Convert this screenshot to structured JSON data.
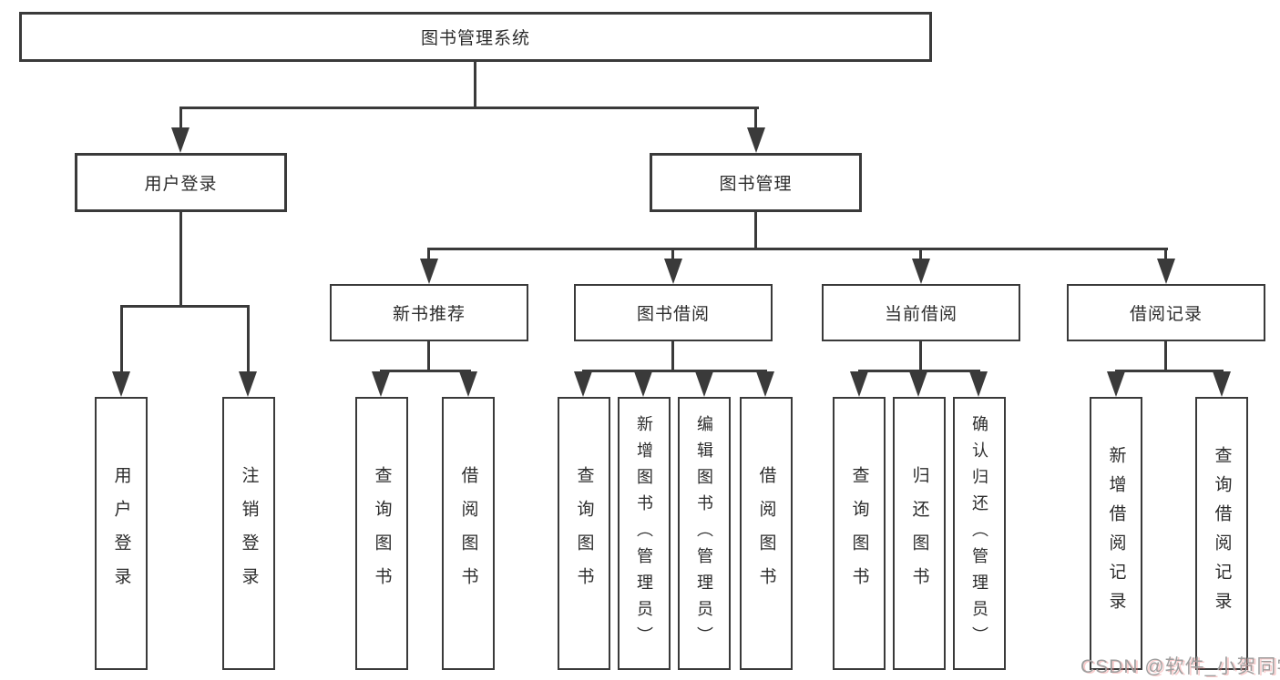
{
  "diagram": {
    "root": {
      "label": "图书管理系统"
    },
    "branches": [
      {
        "label": "用户登录",
        "children": [
          {
            "label": "用户登录"
          },
          {
            "label": "注销登录"
          }
        ]
      },
      {
        "label": "图书管理",
        "children": [
          {
            "label": "新书推荐",
            "children": [
              {
                "label": "查询图书"
              },
              {
                "label": "借阅图书"
              }
            ]
          },
          {
            "label": "图书借阅",
            "children": [
              {
                "label": "查询图书"
              },
              {
                "label": "新增图书（管理员）"
              },
              {
                "label": "编辑图书（管理员）"
              },
              {
                "label": "借阅图书"
              }
            ]
          },
          {
            "label": "当前借阅",
            "children": [
              {
                "label": "查询图书"
              },
              {
                "label": "归还图书"
              },
              {
                "label": "确认归还（管理员）"
              }
            ]
          },
          {
            "label": "借阅记录",
            "children": [
              {
                "label": "新增借阅记录"
              },
              {
                "label": "查询借阅记录"
              }
            ]
          }
        ]
      }
    ]
  },
  "watermark": {
    "text": "CSDN @软件_小贺同学"
  },
  "colors": {
    "line": "#3a3a3a",
    "text": "#2c2c2c",
    "watermark": "#9e9e9e",
    "background": "#ffffff"
  }
}
